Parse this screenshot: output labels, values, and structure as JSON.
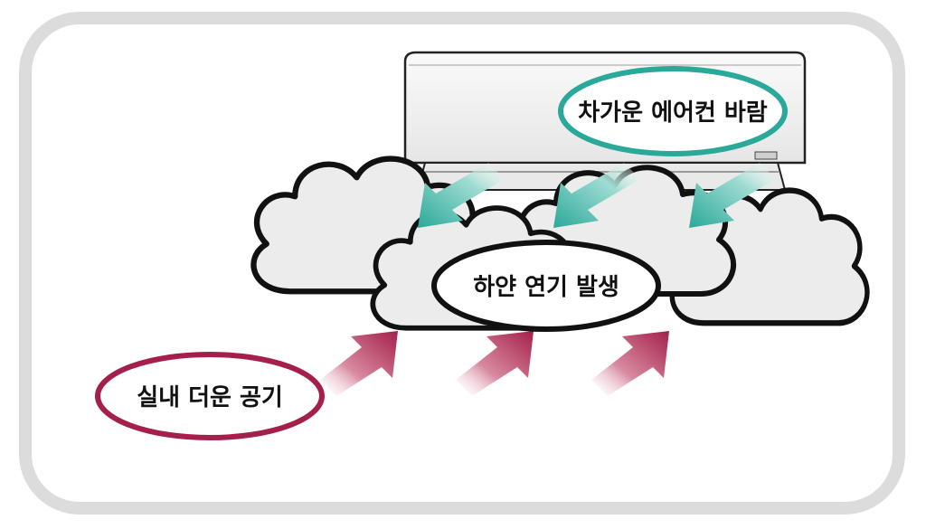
{
  "labels": {
    "cold_air": "차가운 에어컨 바람",
    "white_smoke": "하얀 연기 발생",
    "warm_air": "실내 더운 공기"
  },
  "colors": {
    "cold_air_accent": "#2aa99a",
    "warm_air_accent": "#a4204a",
    "smoke_outline": "#111111",
    "smoke_fill": "#ececec",
    "frame_border": "#dcdcdc"
  },
  "icons": {
    "air_conditioner": "air-conditioner-icon",
    "cloud": "cloud-icon",
    "cold_arrow": "arrow-down-left-icon",
    "warm_arrow": "arrow-up-right-icon"
  }
}
